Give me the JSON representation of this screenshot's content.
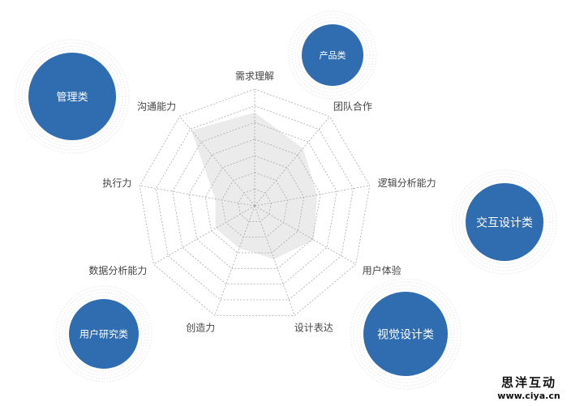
{
  "chart_data": {
    "type": "radar",
    "axes": [
      "需求理解",
      "团队合作",
      "逻辑分析能力",
      "用户体验",
      "设计表达",
      "创造力",
      "数据分析能力",
      "执行力",
      "沟通能力"
    ],
    "values": [
      5.6,
      4.5,
      3.8,
      4.1,
      3.4,
      2.7,
      2.7,
      2.4,
      5.9
    ],
    "rings": 7,
    "range": [
      0,
      7
    ],
    "fill_color": "#e8e8e8",
    "grid_color": "#aaaaaa"
  },
  "categories": [
    {
      "label": "管理类"
    },
    {
      "label": "产品类"
    },
    {
      "label": "交互设计类"
    },
    {
      "label": "视觉设计类"
    },
    {
      "label": "用户研究类"
    }
  ],
  "accent_color": "#2f6db0",
  "watermark": {
    "name": "思洋互动",
    "url": "www.ciya.cn"
  }
}
